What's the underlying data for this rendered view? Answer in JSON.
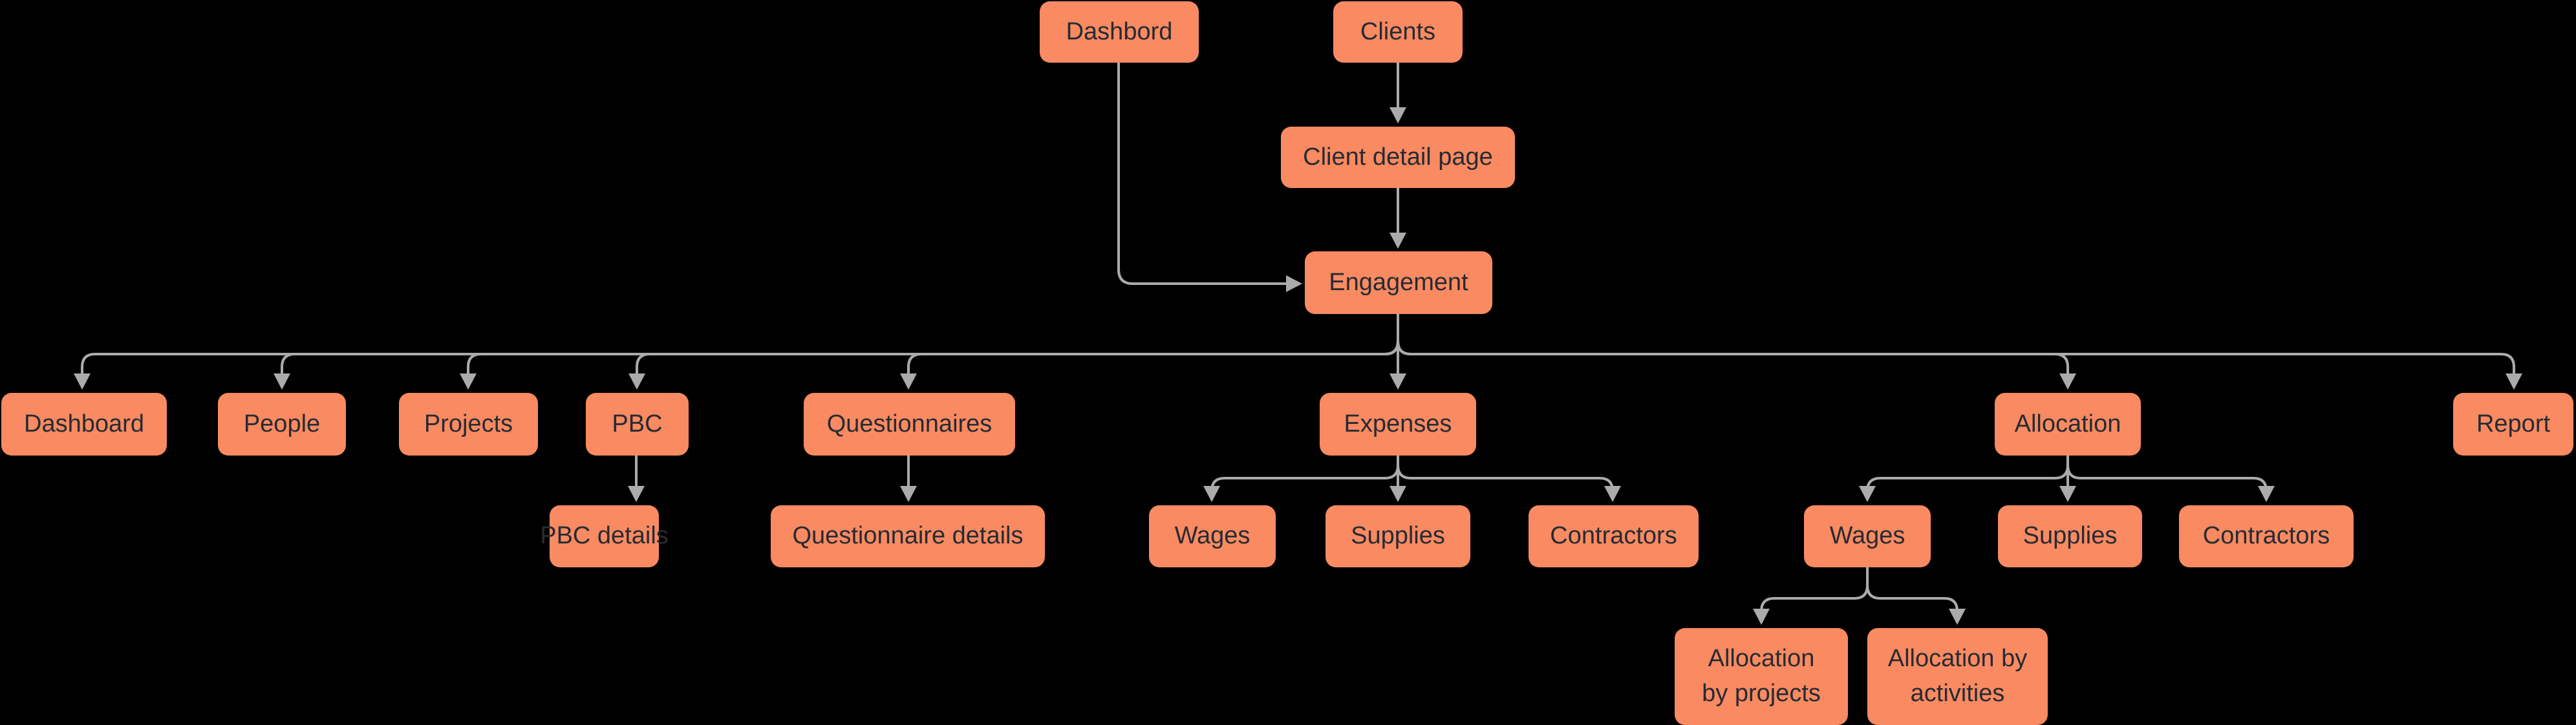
{
  "canvas": {
    "background": "#000000"
  },
  "style": {
    "node_fill": "#F98A61",
    "node_text_color": "#272B33",
    "arrow_color": "#ABABAB"
  },
  "nodes": [
    {
      "id": "dashbord-top",
      "label": "Dashbord"
    },
    {
      "id": "clients",
      "label": "Clients"
    },
    {
      "id": "client-detail-page",
      "label": "Client detail page"
    },
    {
      "id": "engagement",
      "label": "Engagement"
    },
    {
      "id": "dashboard",
      "label": "Dashboard"
    },
    {
      "id": "people",
      "label": "People"
    },
    {
      "id": "projects",
      "label": "Projects"
    },
    {
      "id": "pbc",
      "label": "PBC"
    },
    {
      "id": "questionnaires",
      "label": "Questionnaires"
    },
    {
      "id": "expenses",
      "label": "Expenses"
    },
    {
      "id": "allocation",
      "label": "Allocation"
    },
    {
      "id": "report",
      "label": "Report"
    },
    {
      "id": "pbc-details",
      "label": "PBC details"
    },
    {
      "id": "questionnaire-details",
      "label": "Questionnaire details"
    },
    {
      "id": "wages-expenses",
      "label": "Wages"
    },
    {
      "id": "supplies-expenses",
      "label": "Supplies"
    },
    {
      "id": "contractors-expenses",
      "label": "Contractors"
    },
    {
      "id": "wages-allocation",
      "label": "Wages"
    },
    {
      "id": "supplies-allocation",
      "label": "Supplies"
    },
    {
      "id": "contractors-allocation",
      "label": "Contractors"
    },
    {
      "id": "allocation-by-projects",
      "label": "Allocation by projects"
    },
    {
      "id": "allocation-by-activities",
      "label": "Allocation by activities"
    }
  ],
  "edges": [
    {
      "from": "dashbord-top",
      "to": "engagement"
    },
    {
      "from": "clients",
      "to": "client-detail-page"
    },
    {
      "from": "client-detail-page",
      "to": "engagement"
    },
    {
      "from": "engagement",
      "to": "dashboard"
    },
    {
      "from": "engagement",
      "to": "people"
    },
    {
      "from": "engagement",
      "to": "projects"
    },
    {
      "from": "engagement",
      "to": "pbc"
    },
    {
      "from": "engagement",
      "to": "questionnaires"
    },
    {
      "from": "engagement",
      "to": "expenses"
    },
    {
      "from": "engagement",
      "to": "allocation"
    },
    {
      "from": "engagement",
      "to": "report"
    },
    {
      "from": "pbc",
      "to": "pbc-details"
    },
    {
      "from": "questionnaires",
      "to": "questionnaire-details"
    },
    {
      "from": "expenses",
      "to": "wages-expenses"
    },
    {
      "from": "expenses",
      "to": "supplies-expenses"
    },
    {
      "from": "expenses",
      "to": "contractors-expenses"
    },
    {
      "from": "allocation",
      "to": "wages-allocation"
    },
    {
      "from": "allocation",
      "to": "supplies-allocation"
    },
    {
      "from": "allocation",
      "to": "contractors-allocation"
    },
    {
      "from": "wages-allocation",
      "to": "allocation-by-projects"
    },
    {
      "from": "wages-allocation",
      "to": "allocation-by-activities"
    }
  ]
}
